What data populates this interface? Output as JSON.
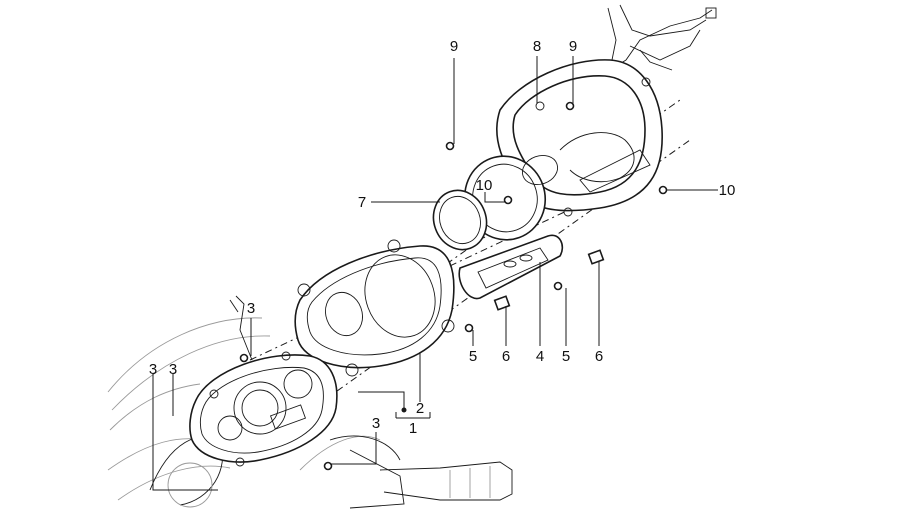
{
  "diagram": {
    "callouts": [
      {
        "id": "c9a",
        "text": "9"
      },
      {
        "id": "c8",
        "text": "8"
      },
      {
        "id": "c9b",
        "text": "9"
      },
      {
        "id": "c10a",
        "text": "10"
      },
      {
        "id": "c10b",
        "text": "10"
      },
      {
        "id": "c7",
        "text": "7"
      },
      {
        "id": "c5a",
        "text": "5"
      },
      {
        "id": "c6a",
        "text": "6"
      },
      {
        "id": "c4",
        "text": "4"
      },
      {
        "id": "c5b",
        "text": "5"
      },
      {
        "id": "c6b",
        "text": "6"
      },
      {
        "id": "c3a",
        "text": "3"
      },
      {
        "id": "c3b",
        "text": "3"
      },
      {
        "id": "c3c",
        "text": "3"
      },
      {
        "id": "c3d",
        "text": "3"
      },
      {
        "id": "c2",
        "text": "2"
      },
      {
        "id": "c1",
        "text": "1"
      }
    ]
  },
  "colors": {
    "ink": "#1a1a1a",
    "background": "#ffffff",
    "faint": "#9a9a9a"
  }
}
